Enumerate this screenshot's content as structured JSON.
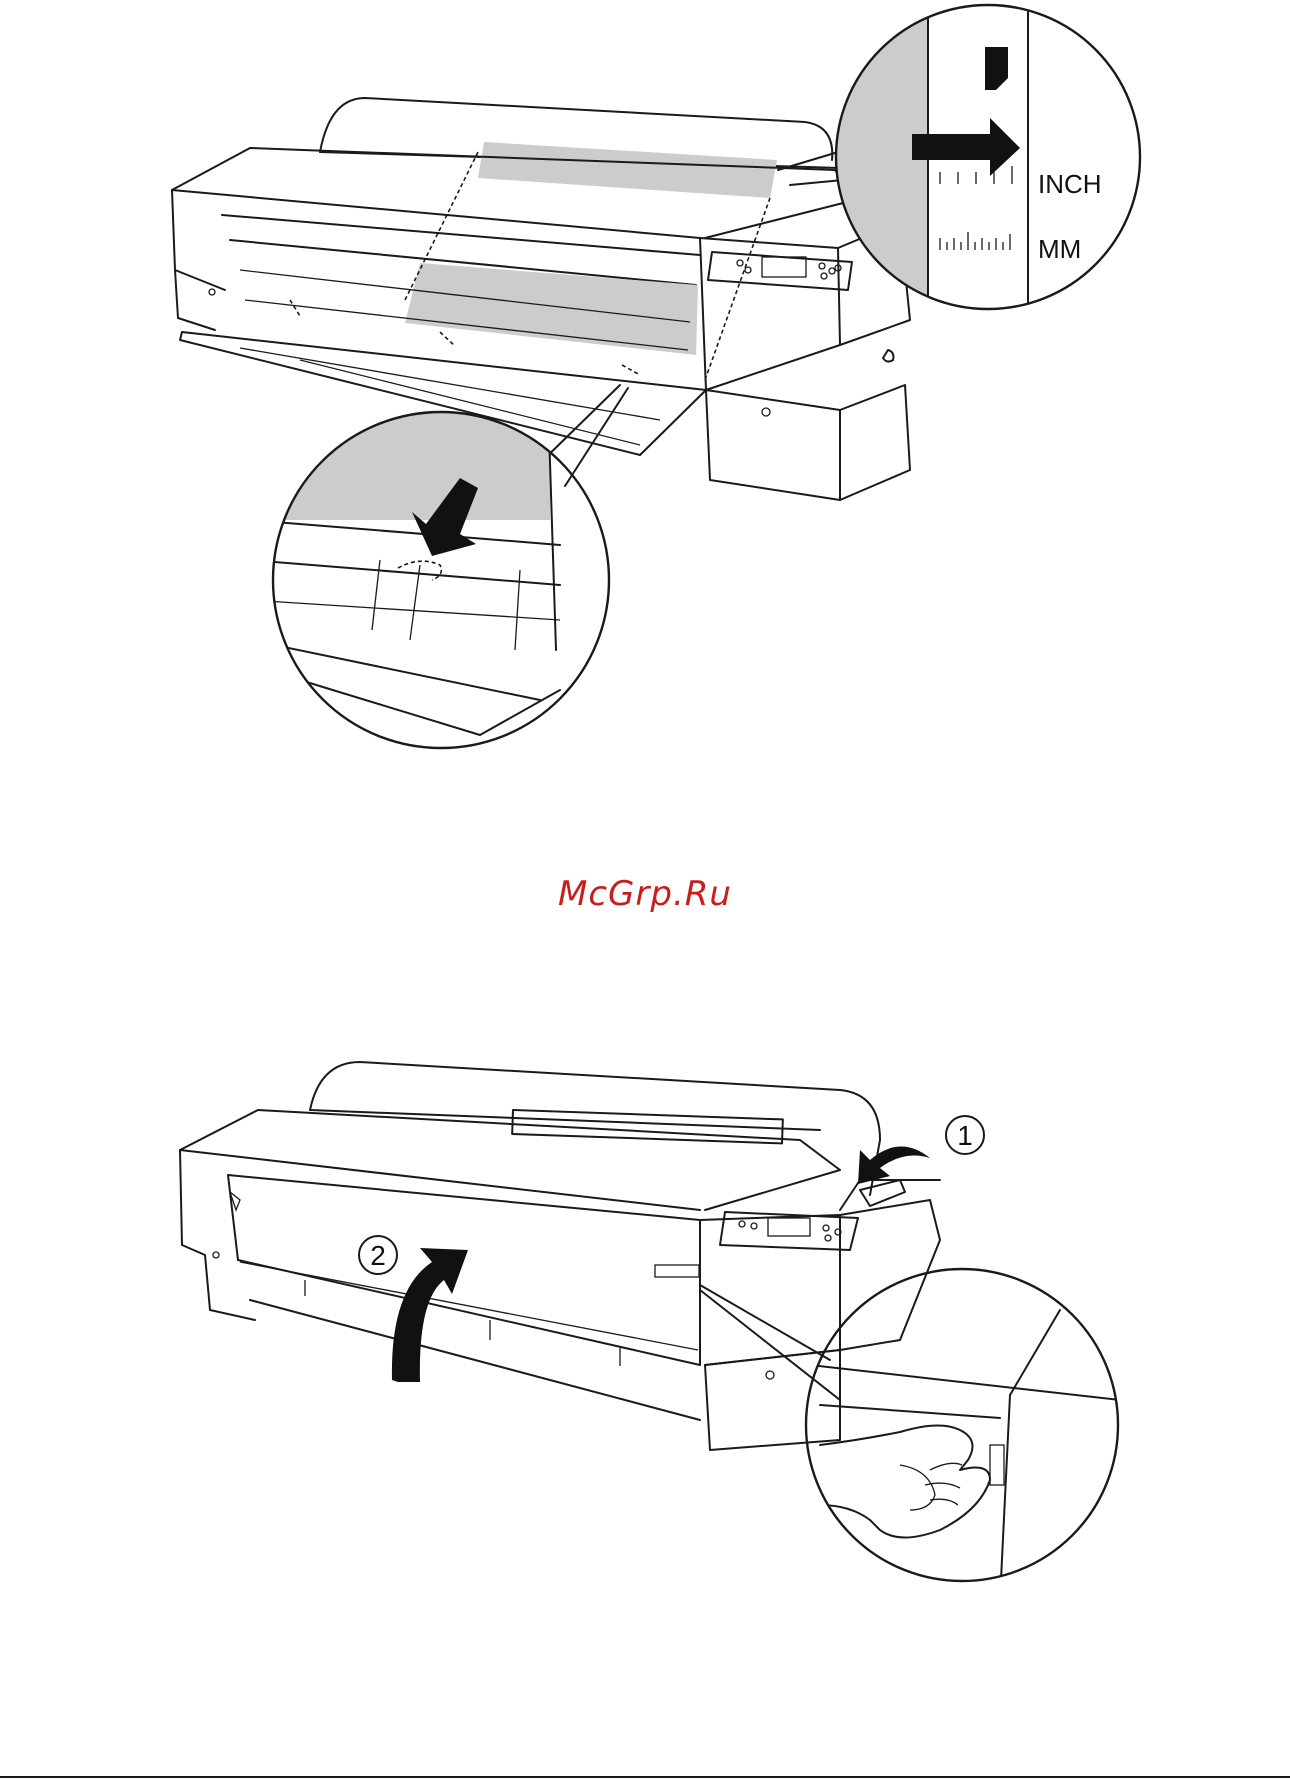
{
  "labels": {
    "inch": "INCH",
    "mm": "MM",
    "step_1": "1",
    "step_2": "2"
  },
  "watermark": {
    "text": "McGrp.Ru",
    "color": "#c81e1e"
  }
}
